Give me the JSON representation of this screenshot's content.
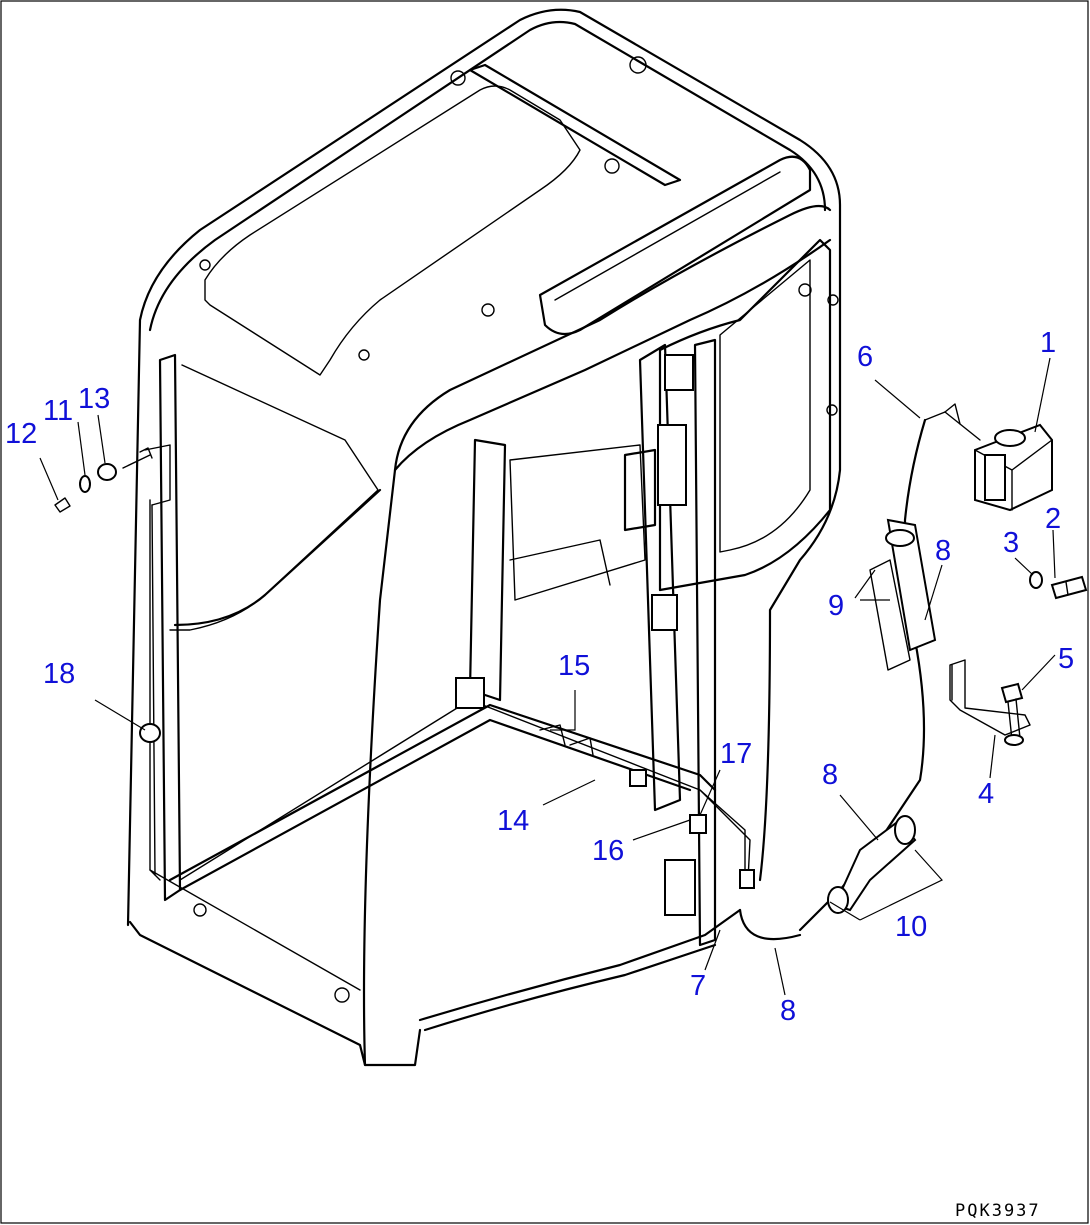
{
  "figure_code": "PQK3937",
  "callouts": [
    {
      "id": "c1",
      "label": "1"
    },
    {
      "id": "c2",
      "label": "2"
    },
    {
      "id": "c3",
      "label": "3"
    },
    {
      "id": "c4",
      "label": "4"
    },
    {
      "id": "c5",
      "label": "5"
    },
    {
      "id": "c6",
      "label": "6"
    },
    {
      "id": "c7",
      "label": "7"
    },
    {
      "id": "c8a",
      "label": "8"
    },
    {
      "id": "c8b",
      "label": "8"
    },
    {
      "id": "c8c",
      "label": "8"
    },
    {
      "id": "c9",
      "label": "9"
    },
    {
      "id": "c10",
      "label": "10"
    },
    {
      "id": "c11",
      "label": "11"
    },
    {
      "id": "c12",
      "label": "12"
    },
    {
      "id": "c13",
      "label": "13"
    },
    {
      "id": "c14",
      "label": "14"
    },
    {
      "id": "c15",
      "label": "15"
    },
    {
      "id": "c16",
      "label": "16"
    },
    {
      "id": "c17",
      "label": "17"
    },
    {
      "id": "c18",
      "label": "18"
    }
  ],
  "colors": {
    "callout": "#1010d8",
    "line": "#000000",
    "background": "#ffffff"
  }
}
